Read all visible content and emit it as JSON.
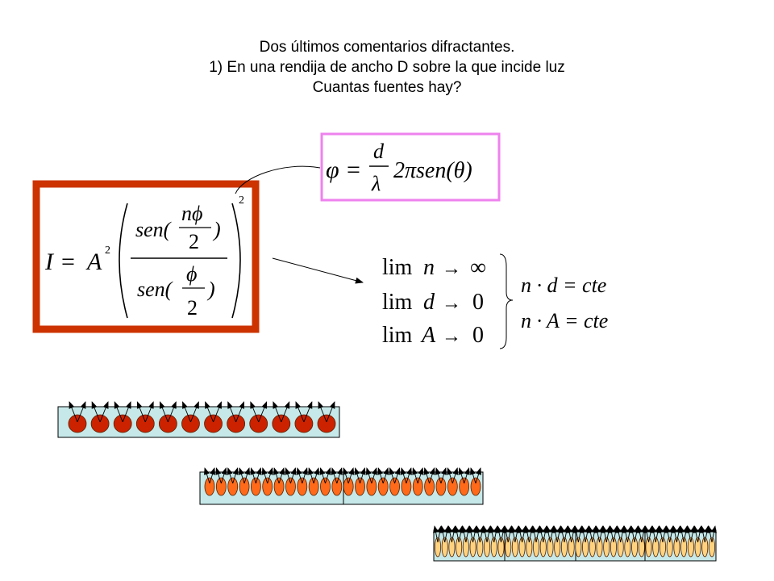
{
  "heading": {
    "line1": "Dos últimos comentarios difractantes.",
    "line2": "1) En una rendija de ancho D sobre la que incide luz",
    "line3": "Cuantas fuentes hay?"
  },
  "phase_formula": {
    "lhs": "φ",
    "eq": "=",
    "num": "d",
    "den": "λ",
    "rest": "2πsen(θ)",
    "border_color": "#ee82ee"
  },
  "intensity_formula": {
    "lhs": "I",
    "eq": "=",
    "amp": "A",
    "amp_exp": "2",
    "num_func": "sen(",
    "num_frac_num": "nϕ",
    "num_frac_den": "2",
    "num_close": ")",
    "den_func": "sen(",
    "den_frac_num": "ϕ",
    "den_frac_den": "2",
    "den_close": ")",
    "outer_exp": "2",
    "border_color": "#cc3300"
  },
  "limits": {
    "lim_label": "lim",
    "line1_var": "n",
    "line1_target": "∞",
    "line2_var": "d",
    "line2_target": "0",
    "line3_var": "A",
    "line3_target": "0",
    "cond1": "n · d = cte",
    "cond2": "n · A = cte"
  },
  "sources": {
    "strip_color": "#c6e8e8",
    "large_source_color": "#cc2200",
    "small_source_color": "#ff6a1a",
    "tiny_source_color": "#ffd27f",
    "row1_count": 12,
    "row2_count": 24,
    "row3_count": 40
  }
}
